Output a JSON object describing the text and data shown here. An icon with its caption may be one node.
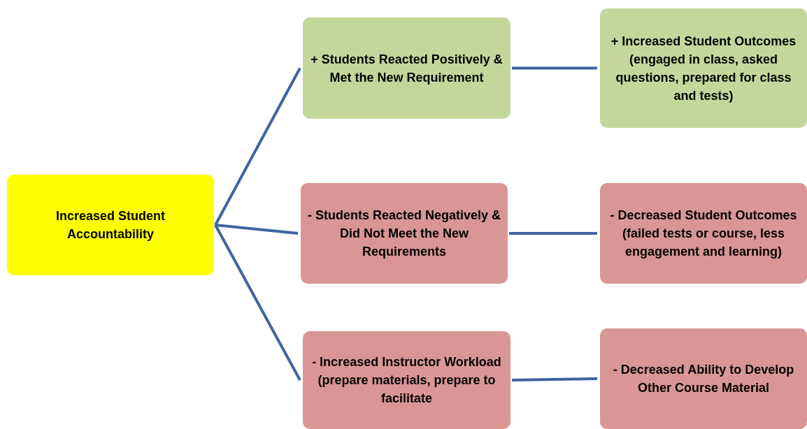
{
  "diagram": {
    "nodes": [
      {
        "text": [
          "Increased Student Accountability"
        ]
      },
      {
        "text": [
          "+ Students Reacted Positively & Met the New Requirement"
        ]
      },
      {
        "text": [
          "+ Increased Student Outcomes (engaged in class, asked questions, prepared for class and tests)"
        ]
      },
      {
        "text": [
          "- Students Reacted Negatively & Did Not Meet the New Requirements"
        ]
      },
      {
        "text": [
          "- Decreased Student Outcomes (failed tests or course, less engagement and learning)"
        ]
      },
      {
        "text": [
          "- Increased Instructor Workload (prepare materials, prepare to facilitate"
        ]
      },
      {
        "text": [
          "- Decreased Ability to Develop Other Course Material"
        ]
      }
    ],
    "edges": [
      {
        "from": 0,
        "to": 1,
        "arrow": "none"
      },
      {
        "from": 0,
        "to": 3,
        "arrow": "none"
      },
      {
        "from": 0,
        "to": 5,
        "arrow": "none"
      },
      {
        "from": 1,
        "to": 2,
        "arrow": "none"
      },
      {
        "from": 3,
        "to": 4,
        "arrow": "none"
      },
      {
        "from": 5,
        "to": 6,
        "arrow": "none"
      }
    ]
  }
}
